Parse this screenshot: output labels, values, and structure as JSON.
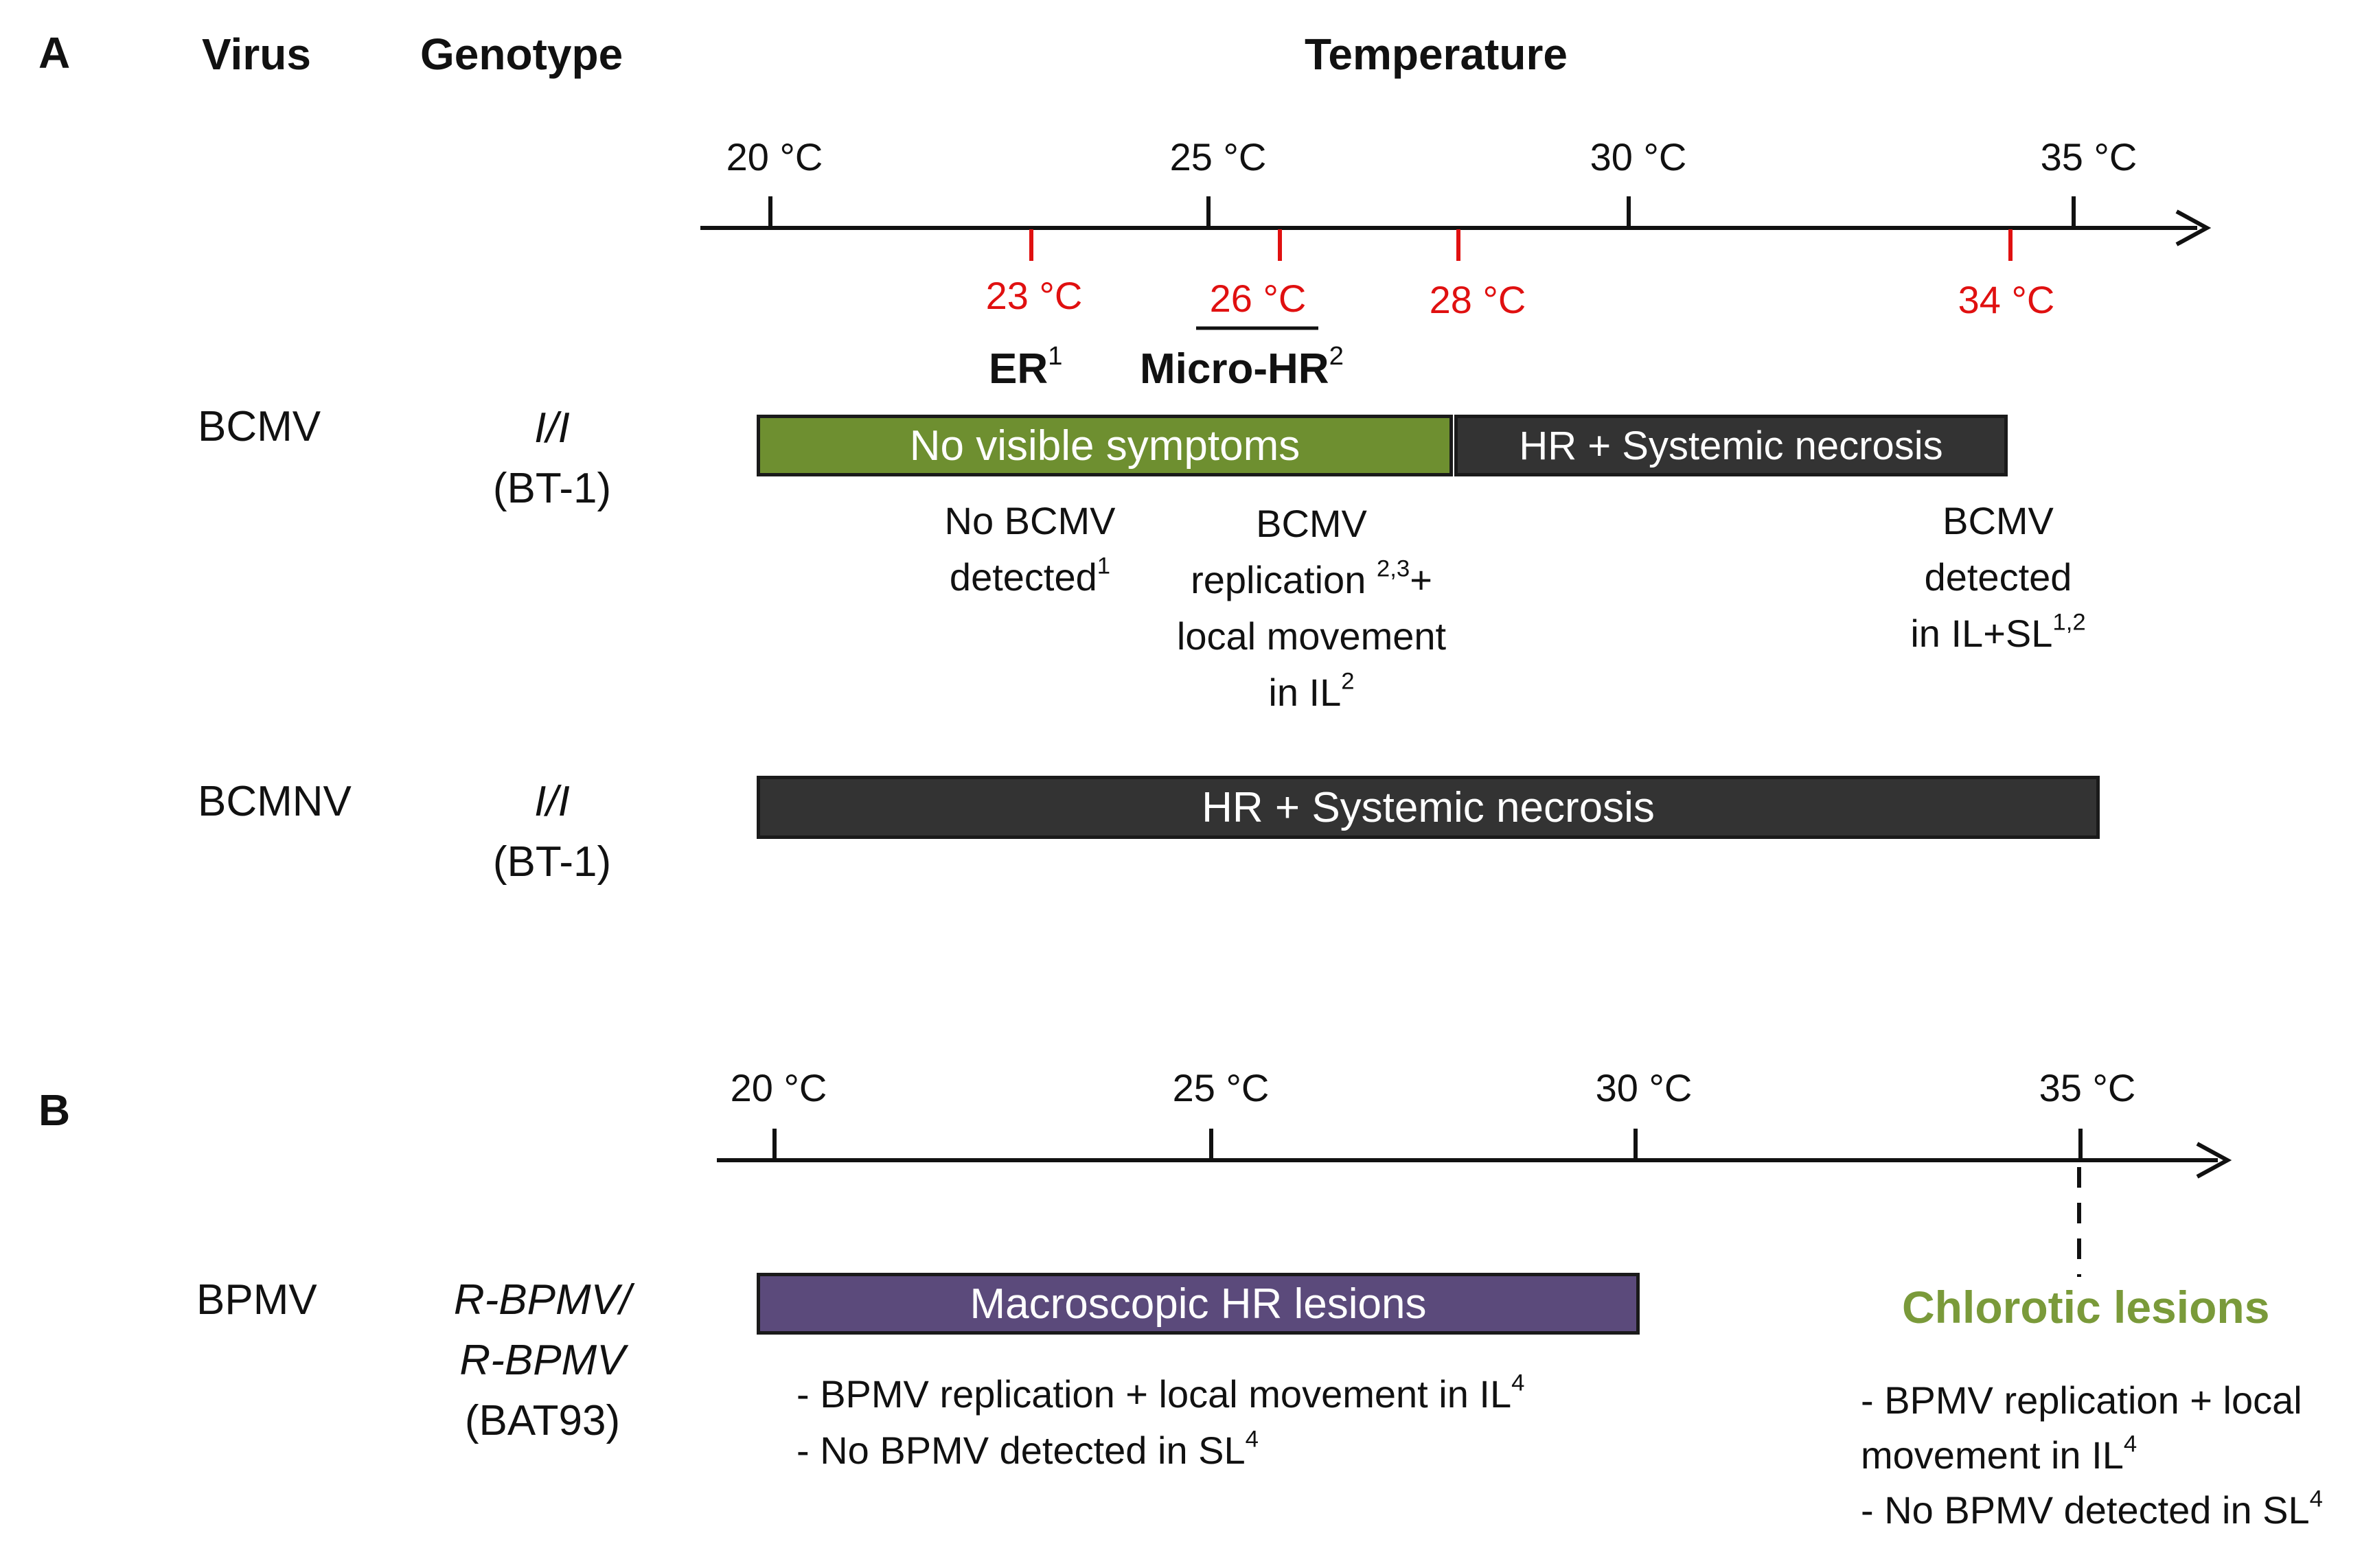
{
  "panel_a": {
    "panel_label": "A",
    "headers": {
      "virus": "Virus",
      "genotype": "Genotype",
      "temperature": "Temperature"
    },
    "axis_ticks": [
      "20 °C",
      "25 °C",
      "30 °C",
      "35 °C"
    ],
    "threshold_ticks": [
      "23 °C",
      "26 °C",
      "28 °C",
      "34 °C"
    ],
    "threshold_color": "#e01010",
    "er_label": "ER",
    "er_sup": "1",
    "micro_hr_label": "Micro-HR",
    "micro_hr_sup": "2",
    "rows": [
      {
        "virus": "BCMV",
        "genotype_line1": "I/I",
        "genotype_line2": "(BT-1)",
        "bars": [
          {
            "label": "No visible symptoms",
            "color": "#6e8f30"
          },
          {
            "label": "HR + Systemic necrosis",
            "color": "#333333"
          }
        ]
      },
      {
        "virus": "BCMNV",
        "genotype_line1": "I/I",
        "genotype_line2": "(BT-1)",
        "bars": [
          {
            "label": "HR + Systemic necrosis",
            "color": "#333333"
          }
        ]
      }
    ],
    "notes": {
      "no_bcmv_l1": "No BCMV",
      "no_bcmv_l2": "detected",
      "no_bcmv_sup": "1",
      "rep_l1": "BCMV",
      "rep_l2a": "replication",
      "rep_sup": "2,3",
      "rep_l2b": "+",
      "rep_l3": "local movement",
      "rep_l4": "in IL",
      "rep_l4_sup": "2",
      "det_l1": "BCMV",
      "det_l2": "detected",
      "det_l3": "in IL+SL",
      "det_l3_sup": "1,2"
    }
  },
  "panel_b": {
    "panel_label": "B",
    "axis_ticks": [
      "20 °C",
      "25 °C",
      "30 °C",
      "35 °C"
    ],
    "row": {
      "virus": "BPMV",
      "genotype_line1": "R-BPMV/",
      "genotype_line2": "R-BPMV",
      "genotype_line3": "(BAT93)"
    },
    "bar": {
      "label": "Macroscopic HR lesions",
      "color": "#5b4a7b"
    },
    "chlorotic": {
      "label": "Chlorotic lesions",
      "color": "#7a9a3a"
    },
    "notes_left": {
      "l1": "- BPMV replication + local movement in IL",
      "l1_sup": "4",
      "l2": "- No BPMV detected in SL",
      "l2_sup": "4"
    },
    "notes_right": {
      "l1": "- BPMV replication + local",
      "l2": "movement in IL",
      "l2_sup": "4",
      "l3": "- No BPMV detected in SL",
      "l3_sup": "4"
    }
  }
}
